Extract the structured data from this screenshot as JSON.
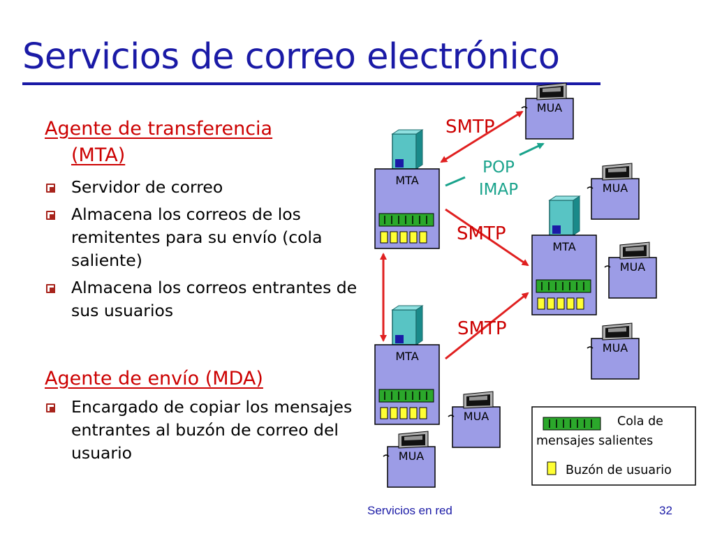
{
  "slide": {
    "title": "Servicios de correo electrónico",
    "footer_left": "Servicios en red",
    "page_number": "32"
  },
  "mta_section": {
    "heading_line1": "Agente de transferencia",
    "heading_line2": "(MTA)",
    "bullets": [
      "Servidor de correo",
      "Almacena los correos de los remitentes para su envío (cola saliente)",
      "Almacena los correos entrantes de sus usuarios"
    ]
  },
  "mda_section": {
    "heading": "Agente de envío (MDA)",
    "bullets": [
      "Encargado de copiar los mensajes entrantes al buzón de correo del usuario"
    ]
  },
  "diagram": {
    "mta_label": "MTA",
    "mua_label": "MUA",
    "smtp_label": "SMTP",
    "pop_label": "POP",
    "imap_label": "IMAP",
    "legend": {
      "queue_line1": "Cola de",
      "queue_line2": "mensajes salientes",
      "mailbox": "Buzón de usuario"
    },
    "colors": {
      "server_fill": "#9c9ce6",
      "tower_fill": "#58c4c4",
      "queue_fill": "#2ba82b",
      "mailbox_fill": "#ffff33",
      "arrow_red": "#e02020",
      "arrow_teal": "#1aa38c"
    }
  }
}
